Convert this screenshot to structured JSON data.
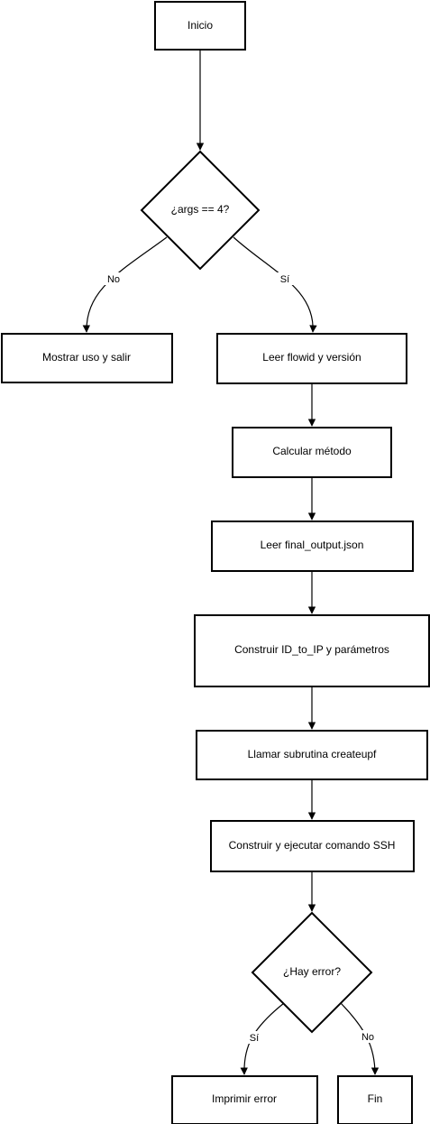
{
  "nodes": {
    "inicio": "Inicio",
    "check_args": "¿args == 4?",
    "mostrar_uso": "Mostrar uso y salir",
    "leer_flowid": "Leer flowid y versión",
    "calcular_metodo": "Calcular método",
    "leer_json": "Leer final_output.json",
    "construir_id": "Construir ID_to_IP y parámetros",
    "llamar_subrutina": "Llamar subrutina createupf",
    "construir_ssh": "Construir y ejecutar comando SSH",
    "hay_error": "¿Hay error?",
    "imprimir_error": "Imprimir error",
    "fin": "Fin"
  },
  "edges": {
    "args_no": "No",
    "args_si": "Sí",
    "error_si": "Sí",
    "error_no": "No"
  }
}
